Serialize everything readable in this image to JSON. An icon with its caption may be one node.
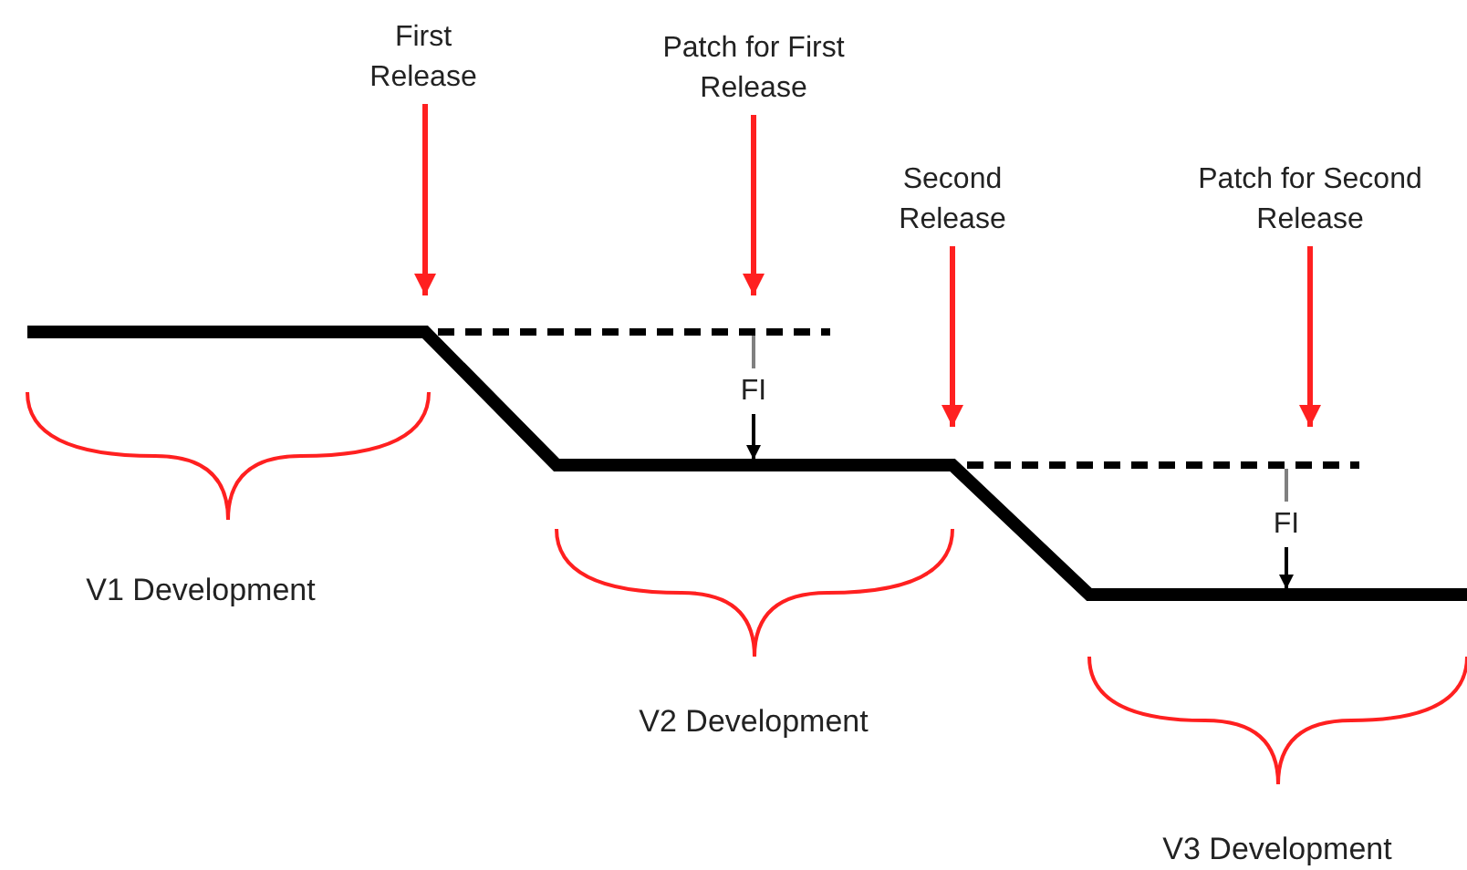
{
  "diagram": {
    "nodes": [
      {
        "text": [
          "First Release"
        ]
      },
      {
        "text": [
          "Patch for First Release"
        ]
      },
      {
        "text": [
          "Second Release"
        ]
      },
      {
        "text": [
          "Patch for Second Release"
        ]
      },
      {
        "text": [
          "FI"
        ]
      },
      {
        "text": [
          "FI"
        ]
      }
    ],
    "edges": [
      {
        "from": 0,
        "to": null,
        "arrow": "to"
      },
      {
        "from": 1,
        "to": null,
        "arrow": "to"
      },
      {
        "from": 2,
        "to": null,
        "arrow": "to"
      },
      {
        "from": 3,
        "to": null,
        "arrow": "to"
      },
      {
        "from": null,
        "to": 4,
        "arrow": "none",
        "color": "#808080"
      },
      {
        "from": 4,
        "to": null,
        "arrow": "to",
        "color": "#000000"
      },
      {
        "from": null,
        "to": 5,
        "arrow": "none",
        "color": "#808080"
      },
      {
        "from": 5,
        "to": null,
        "arrow": "to",
        "color": "#000000"
      }
    ],
    "labels": [
      "V1 Development",
      "V2 Development",
      "V3 Development"
    ]
  }
}
